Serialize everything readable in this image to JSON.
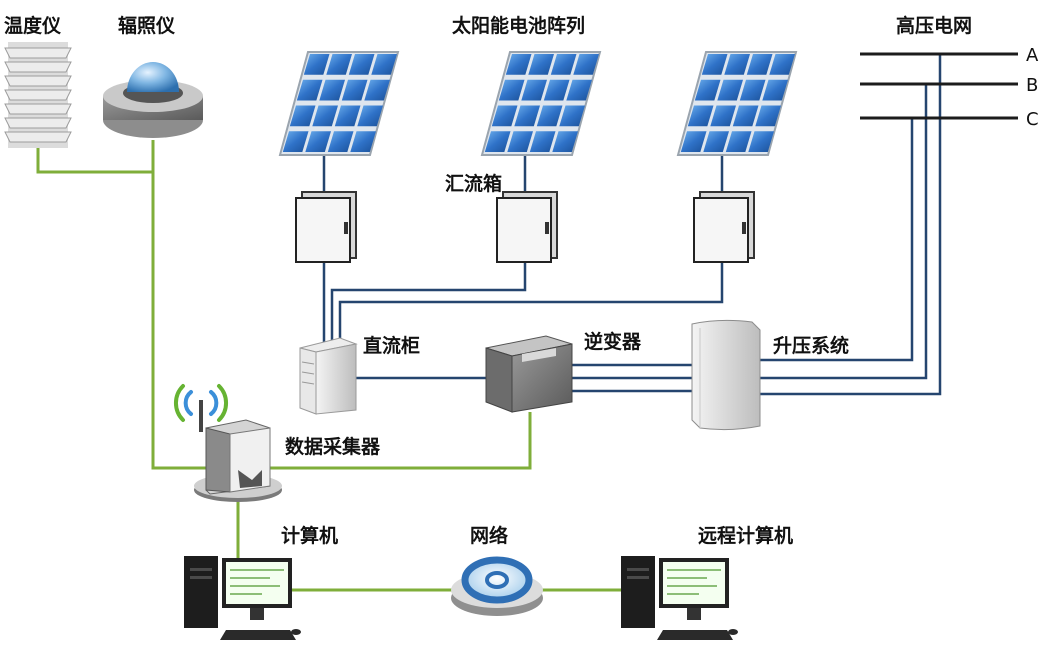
{
  "labels": {
    "thermometer": "温度仪",
    "radiometer": "辐照仪",
    "solar_array": "太阳能电池阵列",
    "grid": "高压电网",
    "combiner_box": "汇流箱",
    "dc_cabinet": "直流柜",
    "inverter": "逆变器",
    "booster": "升压系统",
    "data_collector": "数据采集器",
    "computer": "计算机",
    "network": "网络",
    "remote_computer": "远程计算机"
  },
  "phases": [
    "A",
    "B",
    "C"
  ],
  "colors": {
    "data_line": "#7fae3a",
    "power_line": "#25456f",
    "panel": "#2f72c8",
    "grid_line": "#1c1c1c"
  }
}
